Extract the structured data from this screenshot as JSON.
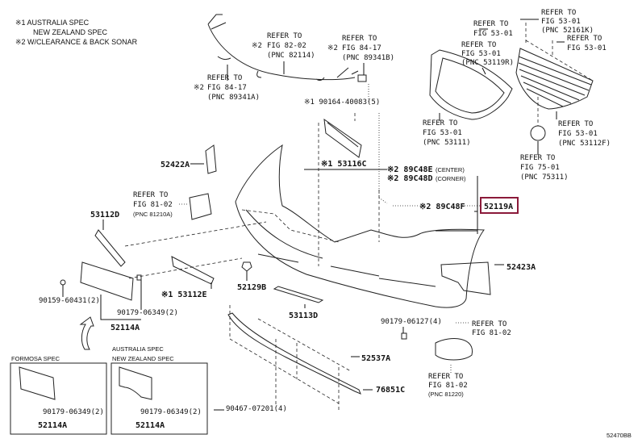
{
  "notes": {
    "n1_line1": "※1 AUSTRALIA SPEC",
    "n1_line2": "NEW ZEALAND SPEC",
    "n2": "※2 W/CLEARANCE & BACK SONAR"
  },
  "mark2": "※2",
  "refs": {
    "harness_82114": [
      "REFER TO",
      "FIG 82-02",
      "(PNC 82114)"
    ],
    "sonar_89341B": [
      "REFER TO",
      "FIG 84-17",
      "(PNC 89341B)"
    ],
    "sonar_89341A": [
      "REFER TO",
      "FIG 84-17",
      "(PNC 89341A)"
    ],
    "grille_top_left": [
      "REFER TO",
      "FIG 53-01"
    ],
    "grille_52161K": [
      "REFER TO",
      "FIG 53-01",
      "(PNC 52161K)"
    ],
    "grille_top_right": [
      "REFER TO",
      "FIG 53-01"
    ],
    "molding_53119R": [
      "REFER TO",
      "FIG 53-01",
      "(PNC 53119R)"
    ],
    "grille_53111": [
      "REFER TO",
      "FIG 53-01",
      "(PNC 53111)"
    ],
    "grille_53112F": [
      "REFER TO",
      "FIG 53-01",
      "(PNC 53112F)"
    ],
    "emblem_75311": [
      "REFER TO",
      "FIG 75-01",
      "(PNC 75311)"
    ],
    "lamp_81210A": [
      "REFER TO",
      "FIG 81-02",
      "(PNC 81210A)"
    ],
    "fog_81_02": [
      "REFER TO",
      "FIG 81-02"
    ],
    "fog_81220": [
      "REFER TO",
      "FIG 81-02",
      "(PNC 81220)"
    ]
  },
  "parts": {
    "p90164": "※1 90164-40083(5)",
    "p53116C": "※1 53116C",
    "p89C48E": "※2 89C48E",
    "p89C48E_note": "(CENTER)",
    "p89C48D": "※2 89C48D",
    "p89C48D_note": "(CORNER)",
    "p89C48F": "※2 89C48F",
    "p52119A": "52119A",
    "p52422A": "52422A",
    "p53112D": "53112D",
    "p90159": "90159-60431(2)",
    "p90179_06349": "90179-06349(2)",
    "p52114A": "52114A",
    "p53112E": "※1 53112E",
    "p52129B": "52129B",
    "p53113D": "53113D",
    "p52423A": "52423A",
    "p90179_06127": "90179-06127(4)",
    "p52537A": "52537A",
    "p76851C": "76851C",
    "p90467": "90467-07201(4)"
  },
  "insets": {
    "formosa_title": "FORMOSA SPEC",
    "aus_title_1": "AUSTRALIA SPEC",
    "aus_title_2": "NEW ZEALAND SPEC"
  },
  "figure_id": "52470BB",
  "highlight_color": "#8b1a3a"
}
